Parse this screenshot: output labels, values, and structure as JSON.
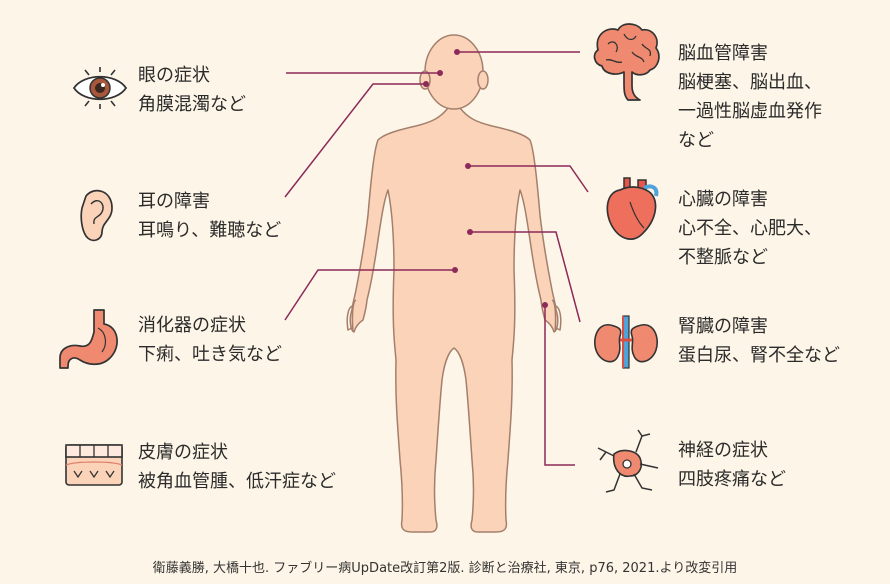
{
  "symptoms": {
    "eye": {
      "title": "眼の症状",
      "detail": "角膜混濁など"
    },
    "ear": {
      "title": "耳の障害",
      "detail": "耳鳴り、難聴など"
    },
    "digestive": {
      "title": "消化器の症状",
      "detail": "下痢、吐き気など"
    },
    "skin": {
      "title": "皮膚の症状",
      "detail": "被角血管腫、低汗症など"
    },
    "brain": {
      "title": "脳血管障害",
      "detail1": "脳梗塞、脳出血、",
      "detail2": "一過性脳虚血発作",
      "detail3": "など"
    },
    "heart": {
      "title": "心臓の障害",
      "detail1": "心不全、心肥大、",
      "detail2": "不整脈など"
    },
    "kidney": {
      "title": "腎臓の障害",
      "detail": "蛋白尿、腎不全など"
    },
    "nerve": {
      "title": "神経の症状",
      "detail": "四肢疼痛など"
    }
  },
  "citation": "衛藤義勝, 大橋十也. ファブリー病UpDate改訂第2版. 診断と治療社, 東京, p76, 2021.より改変引用",
  "colors": {
    "background": "#fdf5e7",
    "body_fill": "#fbd3b8",
    "body_stroke": "#a47f6c",
    "leader_line": "#8c2a59",
    "organ": "#ef8a70"
  }
}
